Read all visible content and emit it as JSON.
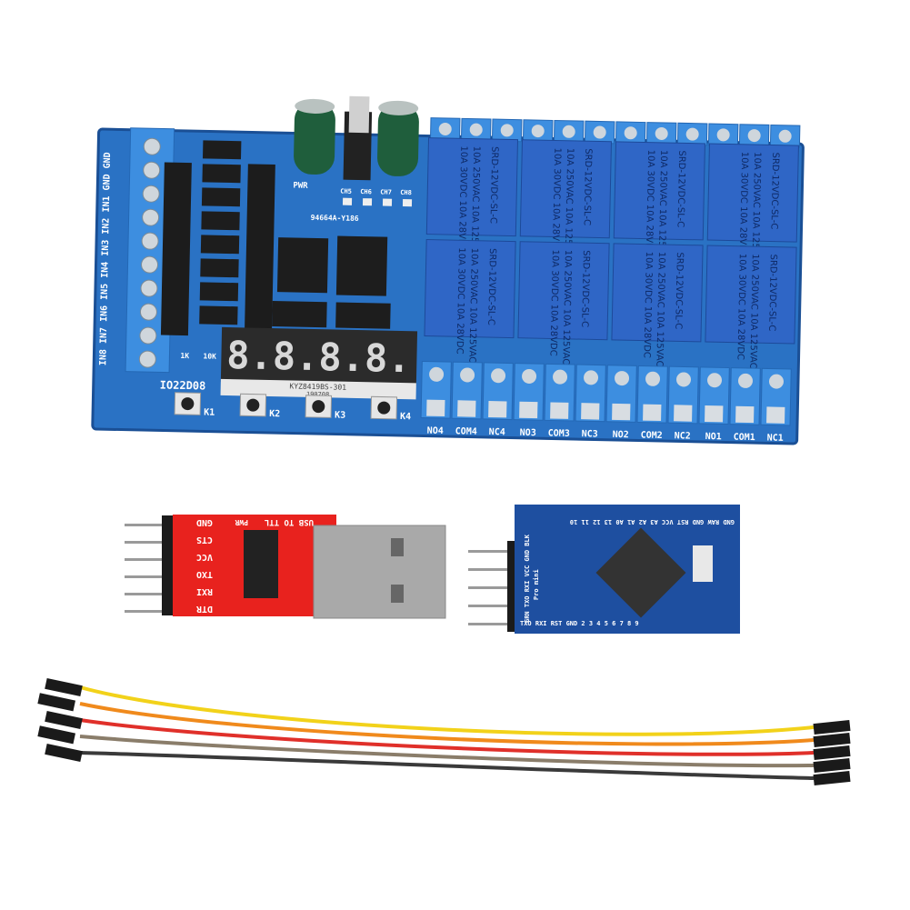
{
  "board": {
    "model": "IO22D08",
    "left_terminal_labels": [
      "IN8",
      "IN7",
      "IN6",
      "IN5",
      "IN4",
      "IN3",
      "IN2",
      "IN1",
      "GND",
      "GND"
    ],
    "relay_terminal_labels": [
      "NO4",
      "COM4",
      "NC4",
      "NO3",
      "COM3",
      "NC3",
      "NO2",
      "COM2",
      "NC2",
      "NO1",
      "COM1",
      "NC1"
    ],
    "relay_model": "SRD-12VDC-SL-C",
    "relay_rating_lines": [
      "10A 250VAC 10A 125VAC",
      "10A 30VDC 10A 28VDC"
    ],
    "display_digits": "8.8.8.8.",
    "display_part": "KYZ8419BS-301",
    "display_date": "190708",
    "buttons": [
      "K1",
      "K2",
      "K3",
      "K4"
    ],
    "pwr_label": "PWR",
    "led_labels": [
      "CH5",
      "CH6",
      "CH7",
      "CH8"
    ],
    "chip_label": "94664A-Y186",
    "resistor_labels": [
      "1K",
      "10K"
    ],
    "colors": {
      "pcb": "#2a72c4",
      "terminal": "#3d8ee0",
      "relay": "#2f66c6"
    }
  },
  "usb_ttl": {
    "title": "USB TO TTL",
    "pins": [
      "GND",
      "CTS",
      "VCC",
      "TXO",
      "RXI",
      "DTR"
    ],
    "pwr_label": "PWR",
    "colors": {
      "pcb": "#e8221e",
      "plug": "#a9a9a9"
    }
  },
  "pro_mini": {
    "top_pins": "GND RAW GND RST VCC A3 A2 A1 A0 13 12 11 10",
    "bottom_pins": "TXO RXI RST GND 2 3 4 5 6 7 8 9",
    "side_pins": "GRN TXO RXI VCC GND BLK",
    "name": "Pro mini",
    "colors": {
      "pcb": "#1e4fa0"
    }
  },
  "jumper_wires": {
    "colors": [
      "#f2d21a",
      "#f08a1c",
      "#e0302a",
      "#8a7d6a",
      "#3a3a3a"
    ]
  }
}
